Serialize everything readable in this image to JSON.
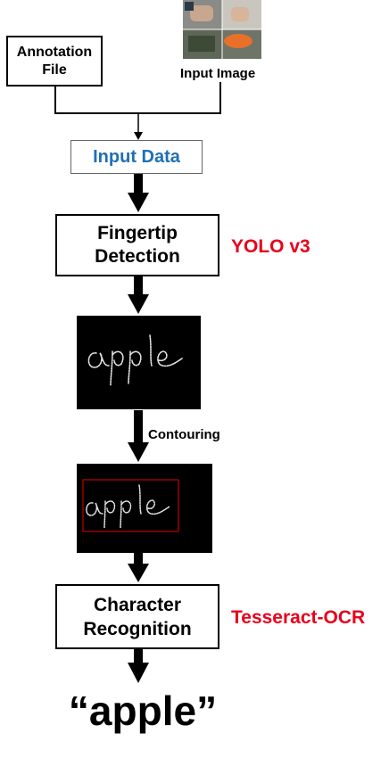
{
  "inputs": {
    "annotation_file": "Annotation\nFile",
    "input_image_caption": "Input Image"
  },
  "steps": {
    "input_data": "Input Data",
    "fingertip_detection": "Fingertip\nDetection",
    "fingertip_model": "YOLO v3",
    "contouring": "Contouring",
    "character_recognition": "Character\nRecognition",
    "ocr_engine": "Tesseract-OCR"
  },
  "output": {
    "result": "“apple”"
  },
  "colors": {
    "input_data_text": "#1f6fb5",
    "model_label": "#e8001c",
    "contour_box": "#c00000"
  }
}
